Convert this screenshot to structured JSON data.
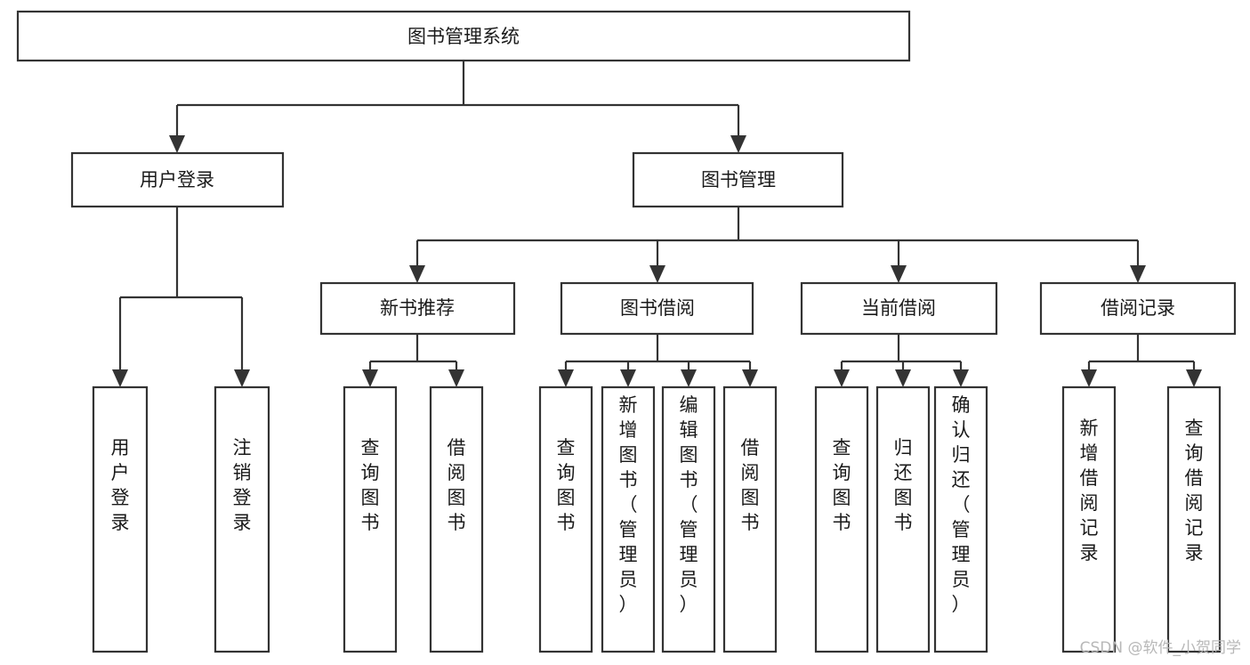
{
  "diagram": {
    "type": "tree-hierarchy",
    "orientation": "top-down",
    "title": "图书管理系统",
    "colors": {
      "background": "#ffffff",
      "stroke": "#333333",
      "box_fill": "#ffffff",
      "text": "#1a1a1a",
      "watermark": "#b8b8b8"
    },
    "root": {
      "id": "root",
      "label": "图书管理系统",
      "orientation": "horizontal"
    },
    "level2": [
      {
        "id": "user-login",
        "label": "用户登录",
        "orientation": "horizontal"
      },
      {
        "id": "book-management",
        "label": "图书管理",
        "orientation": "horizontal"
      }
    ],
    "level3": [
      {
        "id": "new-book-recommend",
        "label": "新书推荐",
        "orientation": "horizontal",
        "parent": "book-management"
      },
      {
        "id": "book-borrow",
        "label": "图书借阅",
        "orientation": "horizontal",
        "parent": "book-management"
      },
      {
        "id": "current-borrow",
        "label": "当前借阅",
        "orientation": "horizontal",
        "parent": "book-management"
      },
      {
        "id": "borrow-record",
        "label": "借阅记录",
        "orientation": "horizontal",
        "parent": "book-management"
      }
    ],
    "leaves": [
      {
        "id": "leaf-user-login",
        "label": "用户登录",
        "orientation": "vertical",
        "parent": "user-login"
      },
      {
        "id": "leaf-logout-login",
        "label": "注销登录",
        "orientation": "vertical",
        "parent": "user-login"
      },
      {
        "id": "leaf-query-book-1",
        "label": "查询图书",
        "orientation": "vertical",
        "parent": "new-book-recommend"
      },
      {
        "id": "leaf-borrow-book-1",
        "label": "借阅图书",
        "orientation": "vertical",
        "parent": "new-book-recommend"
      },
      {
        "id": "leaf-query-book-2",
        "label": "查询图书",
        "orientation": "vertical",
        "parent": "book-borrow"
      },
      {
        "id": "leaf-add-book-admin",
        "label": "新增图书（管理员）",
        "orientation": "vertical",
        "parent": "book-borrow"
      },
      {
        "id": "leaf-edit-book-admin",
        "label": "编辑图书（管理员）",
        "orientation": "vertical",
        "parent": "book-borrow"
      },
      {
        "id": "leaf-borrow-book-2",
        "label": "借阅图书",
        "orientation": "vertical",
        "parent": "book-borrow"
      },
      {
        "id": "leaf-query-book-3",
        "label": "查询图书",
        "orientation": "vertical",
        "parent": "current-borrow"
      },
      {
        "id": "leaf-return-book",
        "label": "归还图书",
        "orientation": "vertical",
        "parent": "current-borrow"
      },
      {
        "id": "leaf-confirm-return-admin",
        "label": "确认归还（管理员）",
        "orientation": "vertical",
        "parent": "current-borrow"
      },
      {
        "id": "leaf-add-borrow-record",
        "label": "新增借阅记录",
        "orientation": "vertical",
        "parent": "borrow-record"
      },
      {
        "id": "leaf-query-borrow-record",
        "label": "查询借阅记录",
        "orientation": "vertical",
        "parent": "borrow-record"
      }
    ]
  },
  "watermark": {
    "text": "CSDN @软件_小贺同学"
  }
}
